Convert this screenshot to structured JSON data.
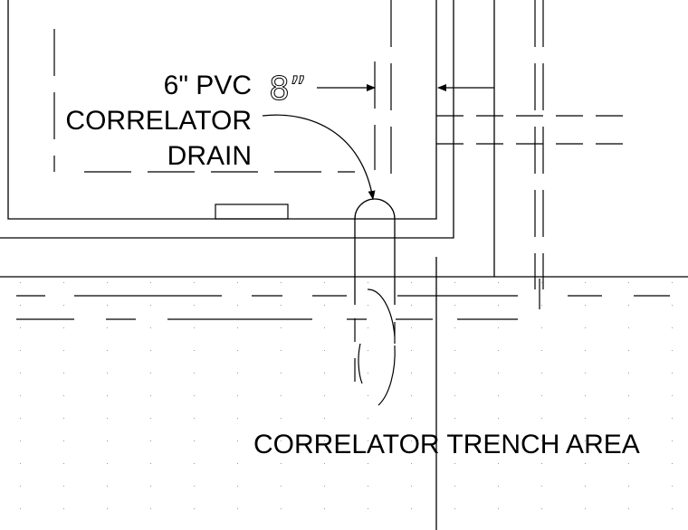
{
  "drawing": {
    "callout": {
      "line1": "6\" PVC",
      "line2": "CORRELATOR",
      "line3": "DRAIN"
    },
    "dimension_label": "8”",
    "area_label": "CORRELATOR TRENCH AREA",
    "line_color": "#000000",
    "background": "#ffffff"
  }
}
